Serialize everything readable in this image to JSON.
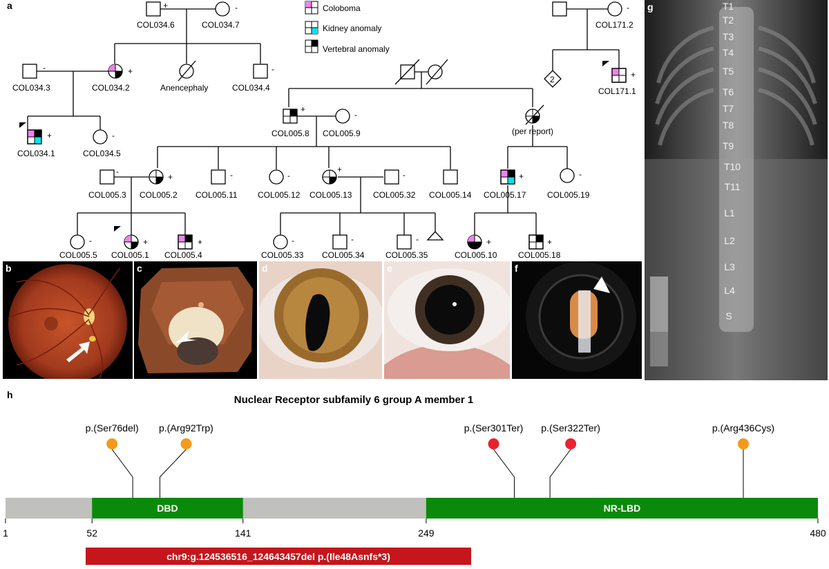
{
  "panel_letters": {
    "a": "a",
    "g": "g",
    "h": "h"
  },
  "legend": [
    {
      "label": "Coloboma",
      "color": "#ee82ee"
    },
    {
      "label": "Kidney anomaly",
      "color": "#00e5ee"
    },
    {
      "label": "Vertebral anomaly",
      "color": "#000000"
    }
  ],
  "pedigree_labels": {
    "COL034_6": "COL034.6",
    "COL034_7": "COL034.7",
    "COL034_3": "COL034.3",
    "COL034_2": "COL034.2",
    "anencephaly": "Anencephaly",
    "COL034_4": "COL034.4",
    "COL034_1": "COL034.1",
    "COL034_5": "COL034.5",
    "COL171_2": "COL171.2",
    "COL171_1": "COL171.1",
    "sibs_count": "2",
    "COL005_8": "COL005.8",
    "COL005_9": "COL005.9",
    "per_report": "(per report)",
    "COL005_3": "COL005.3",
    "COL005_2": "COL005.2",
    "COL005_11": "COL005.11",
    "COL005_12": "COL005.12",
    "COL005_13": "COL005.13",
    "COL005_32": "COL005.32",
    "COL005_14": "COL005.14",
    "COL005_17": "COL005.17",
    "COL005_19": "COL005.19",
    "COL005_5": "COL005.5",
    "COL005_1": "COL005.1",
    "COL005_4": "COL005.4",
    "COL005_33": "COL005.33",
    "COL005_34": "COL005.34",
    "COL005_35": "COL005.35",
    "COL005_10": "COL005.10",
    "COL005_18": "COL005.18"
  },
  "genotype": {
    "plus": "+",
    "minus": "-"
  },
  "photos": [
    "b",
    "c",
    "d",
    "e",
    "f"
  ],
  "xray": {
    "letter": "g",
    "vertebrae": [
      "T1",
      "T2",
      "T3",
      "T4",
      "T5",
      "T6",
      "T7",
      "T8",
      "T9",
      "T10",
      "T11",
      "L1",
      "L2",
      "L3",
      "L4",
      "S"
    ]
  },
  "protein": {
    "title": "Nuclear Receptor subfamily 6 group A member 1",
    "length": 480,
    "domains": [
      {
        "label": "DBD",
        "start": 52,
        "end": 141,
        "color": "#0a8a0a"
      },
      {
        "label": "NR-LBD",
        "start": 249,
        "end": 480,
        "color": "#0a8a0a"
      }
    ],
    "backbone_color": "#c0c0bd",
    "ticks": [
      "1",
      "52",
      "141",
      "249",
      "480"
    ],
    "variants": [
      {
        "label": "p.(Ser76del)",
        "pos": 76,
        "color": "#f59a1a"
      },
      {
        "label": "p.(Arg92Trp)",
        "pos": 92,
        "color": "#f59a1a"
      },
      {
        "label": "p.(Ser301Ter)",
        "pos": 301,
        "color": "#e8222e"
      },
      {
        "label": "p.(Ser322Ter)",
        "pos": 322,
        "color": "#e8222e"
      },
      {
        "label": "p.(Arg436Cys)",
        "pos": 436,
        "color": "#f59a1a"
      }
    ],
    "deletion": {
      "label": "chr9:g.124536516_124643457del p.(Ile48Asnfs*3)",
      "color": "#c4161c"
    }
  }
}
